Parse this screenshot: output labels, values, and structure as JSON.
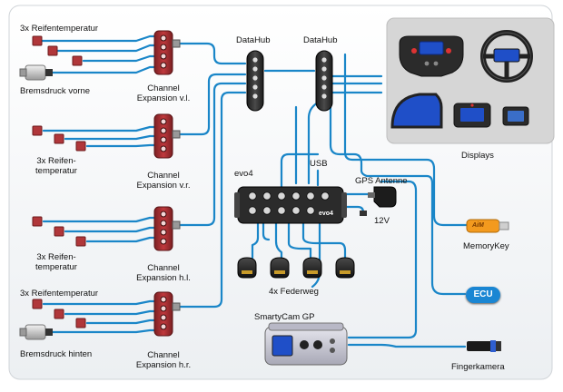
{
  "labels": {
    "tire_temp_front": "3x Reifentemperatur",
    "brake_front": "Bremsdruck vorne",
    "ch_vl_1": "Channel",
    "ch_vl_2": "Expansion v.l.",
    "datahub_1": "DataHub",
    "datahub_2": "DataHub",
    "tire_vr_1": "3x Reifen-",
    "tire_vr_2": "temperatur",
    "ch_vr_1": "Channel",
    "ch_vr_2": "Expansion v.r.",
    "evo4": "evo4",
    "usb": "USB",
    "gps": "GPS Antenne",
    "v12": "12V",
    "displays": "Displays",
    "tire_hl_1": "3x Reifen-",
    "tire_hl_2": "temperatur",
    "ch_hl_1": "Channel",
    "ch_hl_2": "Expansion h.l.",
    "memorykey": "MemoryKey",
    "federweg": "4x Federweg",
    "tire_temp_rear": "3x Reifentemperatur",
    "ecu": "ECU",
    "smartycam": "SmartyCam GP",
    "brake_rear": "Bremsdruck hinten",
    "ch_hr_1": "Channel",
    "ch_hr_2": "Expansion h.r.",
    "fingerkamera": "Fingerkamera",
    "evo_badge": "evo4",
    "aim_logo": "AiM"
  },
  "colors": {
    "cable": "#1a86c8",
    "sensor_red": "#b0373a",
    "device_dark": "#2b2b2b",
    "display_blue": "#1f4fc8",
    "ecu_blue": "#1a86d3",
    "memorykey_orange": "#f39a1e",
    "panel_gray": "#d6d6d6"
  }
}
